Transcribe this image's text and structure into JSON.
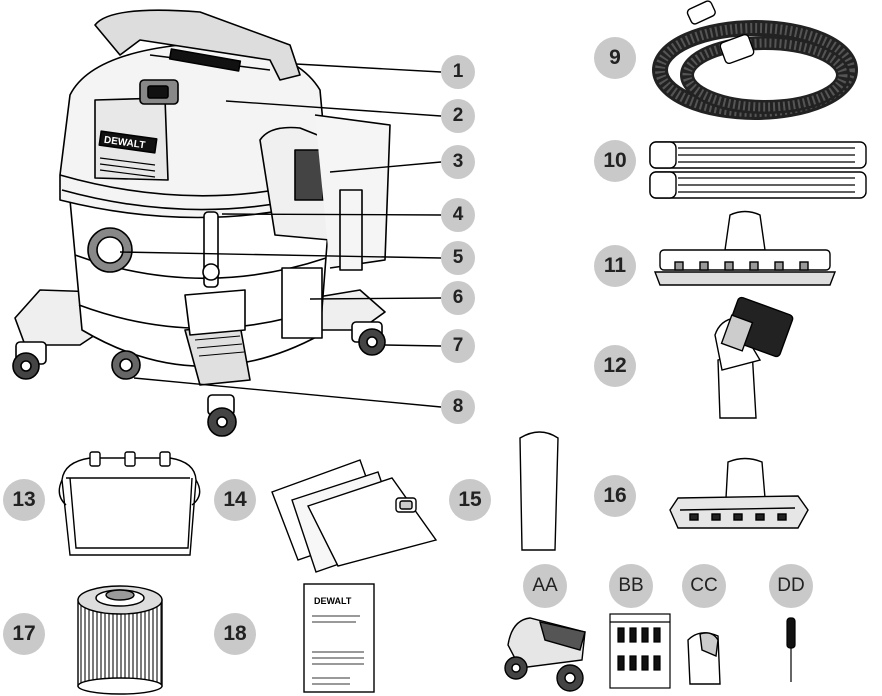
{
  "callouts": {
    "c1": "1",
    "c2": "2",
    "c3": "3",
    "c4": "4",
    "c5": "5",
    "c6": "6",
    "c7": "7",
    "c8": "8",
    "c9": "9",
    "c10": "10",
    "c11": "11",
    "c12": "12",
    "c13": "13",
    "c14": "14",
    "c15": "15",
    "c16": "16",
    "c17": "17",
    "c18": "18",
    "aa": "AA",
    "bb": "BB",
    "cc": "CC",
    "dd": "DD"
  },
  "brand": {
    "vacuum_logo": "DEWALT",
    "manual_logo": "DEWALT"
  }
}
